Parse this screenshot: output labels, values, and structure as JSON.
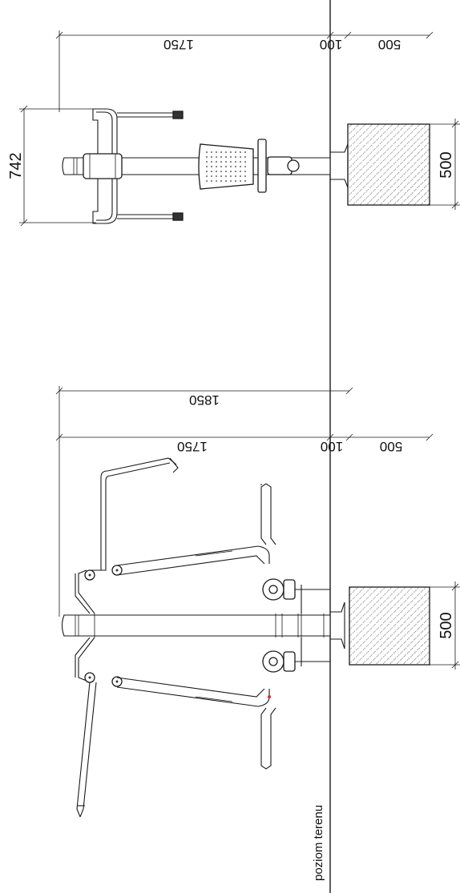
{
  "top_view": {
    "dim_height_total": "1750",
    "dim_below_ground": "100",
    "dim_foundation_depth": "500",
    "dim_width": "742",
    "dim_foundation_width": "500"
  },
  "bottom_view": {
    "dim_overall": "1850",
    "dim_height_total": "1750",
    "dim_below_ground": "100",
    "dim_foundation_depth": "500",
    "dim_foundation_width": "500"
  },
  "ground_label": "poziom terenu"
}
